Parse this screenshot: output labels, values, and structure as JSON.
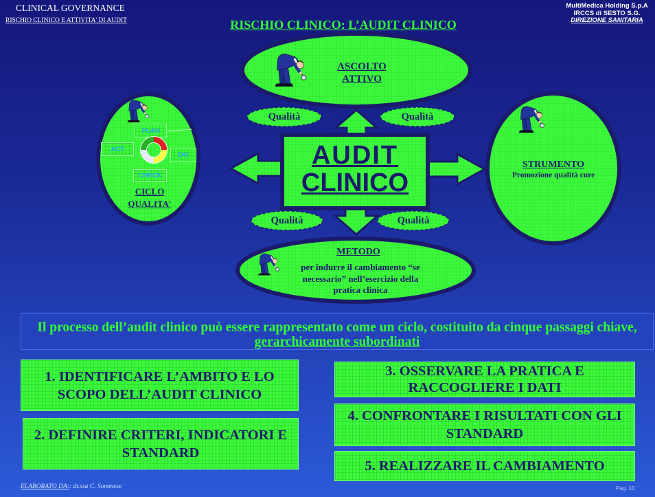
{
  "header": {
    "left_title": "CLINICAL GOVERNANCE",
    "left_subtitle": "RISCHIO CLINICO E ATTIVITA' DI AUDIT",
    "center_title": "RISCHIO CLINICO: L’AUDIT CLINICO",
    "org": [
      "MultiMedica Holding S.p.A",
      "IRCCS di SESTO S.G.",
      "DIREZIONE SANITARIA"
    ]
  },
  "diagram": {
    "center": [
      "AUDIT",
      "CLINICO"
    ],
    "top": {
      "lines": [
        "ASCOLTO",
        "ATTIVO"
      ]
    },
    "left": {
      "lines": [
        "CICLO",
        "QUALITA'"
      ],
      "pdca": {
        "plan": "PLAN",
        "do": "DO",
        "check": "CHECK",
        "act": "ACT"
      }
    },
    "right": {
      "title": "STRUMENTO",
      "subtitle": "Promozione qualità cure"
    },
    "bottom": {
      "title": "METODO",
      "lines": [
        "per indurre il cambiamento “se",
        "necessario” nell’esercizio della",
        "pratica clinica"
      ]
    },
    "quality_labels": [
      "Qualità",
      "Qualità",
      "Qualità",
      "Qualità"
    ]
  },
  "banner": {
    "line1": "Il processo dell’audit clinico può essere rappresentato come un ciclo, costituito da cinque passaggi chiave,",
    "line2": "gerarchicamente subordinati"
  },
  "steps": [
    {
      "lines": [
        "1. IDENTIFICARE L’AMBITO E LO",
        "SCOPO DELL’AUDIT CLINICO"
      ]
    },
    {
      "lines": [
        "2. DEFINIRE CRITERI, INDICATORI E",
        "STANDARD"
      ]
    },
    {
      "lines": [
        "3. OSSERVARE LA PRATICA E",
        "RACCOGLIERE I DATI"
      ]
    },
    {
      "lines": [
        "4. CONFRONTARE I RISULTATI CON GLI",
        "STANDARD"
      ]
    },
    {
      "lines": [
        "5. REALIZZARE IL CAMBIAMENTO"
      ]
    }
  ],
  "footer": {
    "author_label": "ELABORATO DA:",
    "author_name": ": dr.ssa C. Sommese",
    "page": "Pag. 10"
  },
  "icons": {
    "figure": "inspector-figure-icon",
    "cycle": "pdca-cycle-icon",
    "arrows": "arrow-icon"
  },
  "colors": {
    "navy": "#1b1b6b",
    "green": "#3cf83c",
    "title_green": "#33ff33",
    "bg_top": "#15177c",
    "bg_bottom": "#2b5ad8",
    "banner": "#2442bc",
    "pdca_text": "#2aa6ff"
  }
}
